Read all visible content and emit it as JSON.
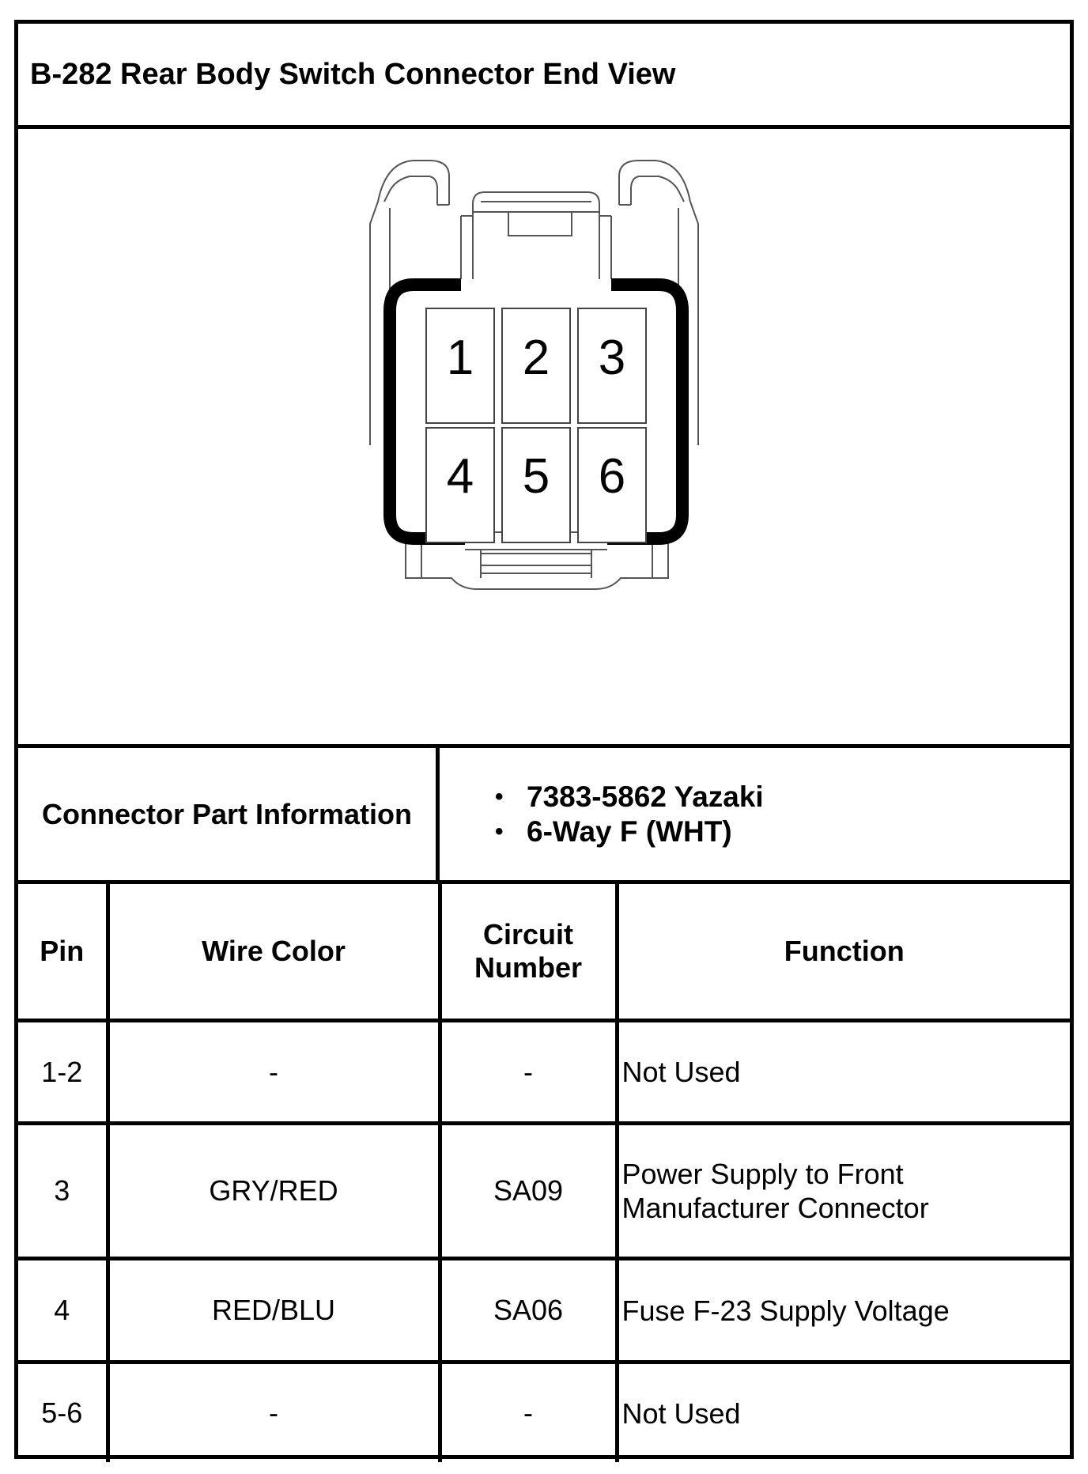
{
  "title": "B-282 Rear Body Switch Connector End View",
  "connector": {
    "pins": [
      "1",
      "2",
      "3",
      "4",
      "5",
      "6"
    ]
  },
  "part_info": {
    "label": "Connector Part Information",
    "items": [
      "7383-5862 Yazaki",
      "6-Way F (WHT)"
    ]
  },
  "table": {
    "headers": {
      "pin": "Pin",
      "wire_color": "Wire Color",
      "circuit_line1": "Circuit",
      "circuit_line2": "Number",
      "function": "Function"
    },
    "rows": [
      {
        "pin": "1-2",
        "wire_color": "-",
        "circuit": "-",
        "function_line1": "Not Used",
        "function_line2": ""
      },
      {
        "pin": "3",
        "wire_color": "GRY/RED",
        "circuit": "SA09",
        "function_line1": "Power Supply to Front",
        "function_line2": "Manufacturer Connector"
      },
      {
        "pin": "4",
        "wire_color": "RED/BLU",
        "circuit": "SA06",
        "function_line1": "Fuse F-23 Supply Voltage",
        "function_line2": ""
      },
      {
        "pin": "5-6",
        "wire_color": "-",
        "circuit": "-",
        "function_line1": "Not Used",
        "function_line2": ""
      }
    ]
  }
}
